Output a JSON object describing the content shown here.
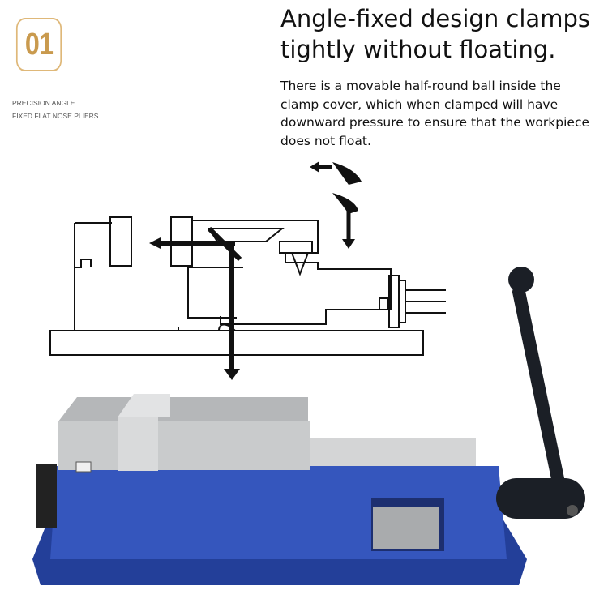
{
  "badge": {
    "number": "01"
  },
  "subtitle": {
    "line1": "PRECISION ANGLE",
    "line2": "FIXED FLAT NOSE PLIERS"
  },
  "heading": "Angle-fixed design clamps tightly without floating.",
  "description": "There is a movable half-round ball inside the\nclamp cover, which when clamped will have\ndownward pressure to ensure that the workpiece\n does not float.",
  "colors": {
    "gold": "#c99a4e",
    "vise_blue": "#2f4fb0",
    "steel": "#c9cbcc"
  }
}
